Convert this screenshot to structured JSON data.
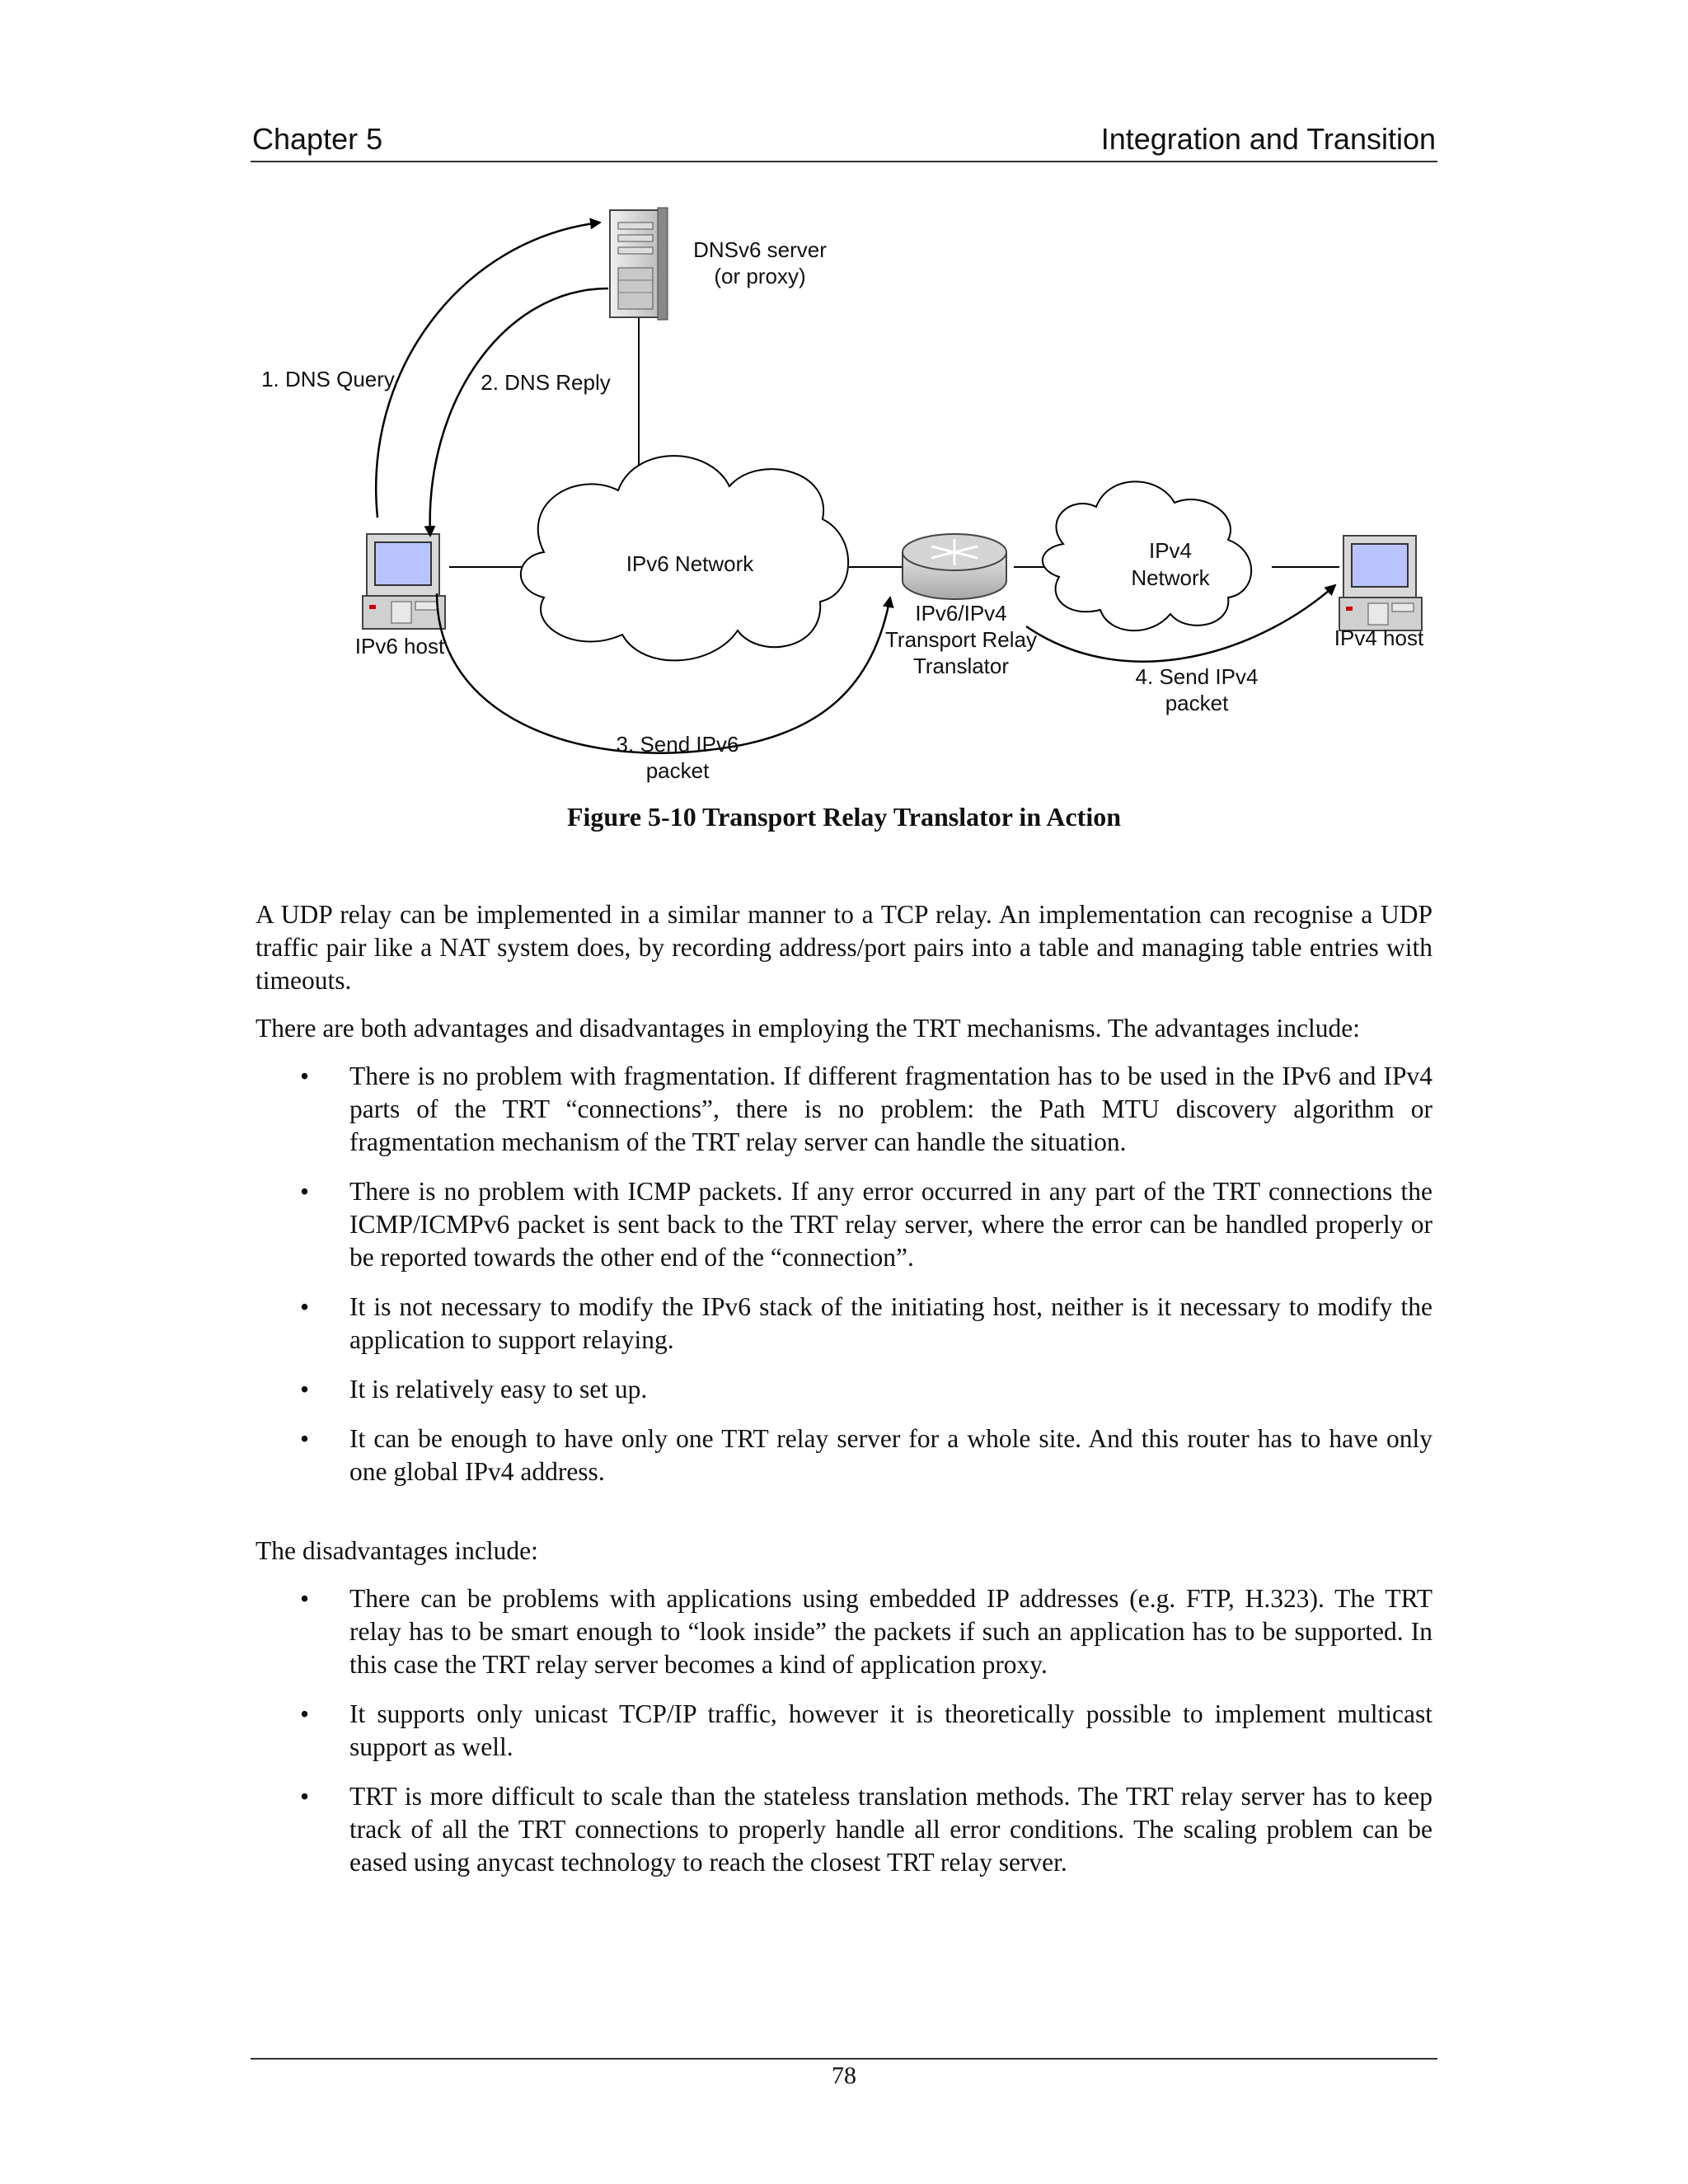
{
  "header": {
    "chapter": "Chapter 5",
    "section": "Integration and Transition"
  },
  "figure": {
    "labels": {
      "dns_server_line1": "DNSv6 server",
      "dns_server_line2": "(or proxy)",
      "dns_query": "1. DNS Query",
      "dns_reply": "2. DNS Reply",
      "ipv6_network": "IPv6 Network",
      "ipv4_network_line1": "IPv4",
      "ipv4_network_line2": "Network",
      "ipv6_host": "IPv6 host",
      "ipv4_host": "IPv4 host",
      "translator_line1": "IPv6/IPv4",
      "translator_line2": "Transport Relay",
      "translator_line3": "Translator",
      "send_ipv6_line1": "3. Send IPv6",
      "send_ipv6_line2": "packet",
      "send_ipv4_line1": "4. Send IPv4",
      "send_ipv4_line2": "packet"
    },
    "caption": "Figure 5-10  Transport Relay Translator in Action"
  },
  "body": {
    "para1": "A UDP relay can be implemented in a similar manner to a TCP relay. An implementation can recognise a UDP traffic pair like a NAT system does, by recording address/port pairs into a table and managing table entries with timeouts.",
    "para2": "There are both advantages and disadvantages in employing the TRT mechanisms. The advantages include:",
    "advantages": [
      "There is no problem with fragmentation. If different fragmentation has to be used in the IPv6 and IPv4 parts of the TRT “connections”, there is no problem: the Path MTU discovery algorithm or fragmentation mechanism of the TRT relay server can handle the situation.",
      "There is no problem with ICMP packets. If any error occurred in any part of the TRT connections the ICMP/ICMPv6 packet is sent back to the TRT relay server, where the error can be handled properly or be reported towards the other end of the “connection”.",
      "It is not necessary to modify the IPv6 stack of the initiating host, neither is it necessary to modify the application to support relaying.",
      "It is relatively easy to set up.",
      "It can be enough to have only one TRT relay server for a whole site. And this router has to have only one global IPv4 address."
    ],
    "para3": "The disadvantages include:",
    "disadvantages": [
      "There can be problems with applications using embedded IP addresses (e.g. FTP, H.323). The TRT relay has to be smart enough to “look inside” the packets if such an application has to be supported. In this case the TRT relay server becomes a kind of application proxy.",
      "It supports only unicast TCP/IP traffic, however it is theoretically possible to implement multicast support as well.",
      "TRT is more difficult to scale than the stateless translation methods. The TRT relay server has to keep track of all the TRT connections to properly handle all error conditions. The scaling problem can be eased using anycast technology to reach the closest TRT relay server."
    ],
    "bullet": "•"
  },
  "footer": {
    "page_number": "78"
  }
}
